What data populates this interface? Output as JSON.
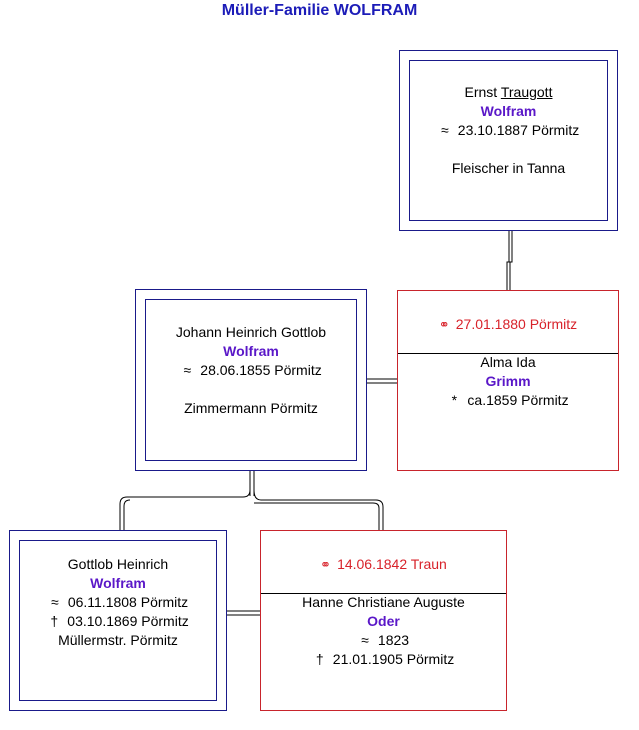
{
  "title": "Müller-Familie WOLFRAM",
  "ernst": {
    "given_plain": "Ernst",
    "given_underlined": "Traugott",
    "surname": "Wolfram",
    "baptism_symbol": "≈",
    "baptism": "23.10.1887 Pörmitz",
    "occupation": "Fleischer in Tanna"
  },
  "johann": {
    "given": "Johann Heinrich Gottlob",
    "surname": "Wolfram",
    "baptism_symbol": "≈",
    "baptism": "28.06.1855 Pörmitz",
    "occupation": "Zimmermann Pörmitz"
  },
  "marriage1": {
    "rings": "⚭",
    "date": "27.01.1880 Pörmitz",
    "spouse_given": "Alma Ida",
    "spouse_surname": "Grimm",
    "birth_symbol": "*",
    "birth": "ca.1859 Pörmitz"
  },
  "gottlob": {
    "given": "Gottlob Heinrich",
    "surname": "Wolfram",
    "baptism_symbol": "≈",
    "baptism": "06.11.1808 Pörmitz",
    "death_symbol": "†",
    "death": "03.10.1869 Pörmitz",
    "occupation": "Müllermstr. Pörmitz"
  },
  "marriage2": {
    "rings": "⚭",
    "date": "14.06.1842 Traun",
    "spouse_given": "Hanne Christiane Auguste",
    "spouse_surname": "Oder",
    "baptism_symbol": "≈",
    "baptism": "1823",
    "death_symbol": "†",
    "death": "21.01.1905 Pörmitz"
  }
}
